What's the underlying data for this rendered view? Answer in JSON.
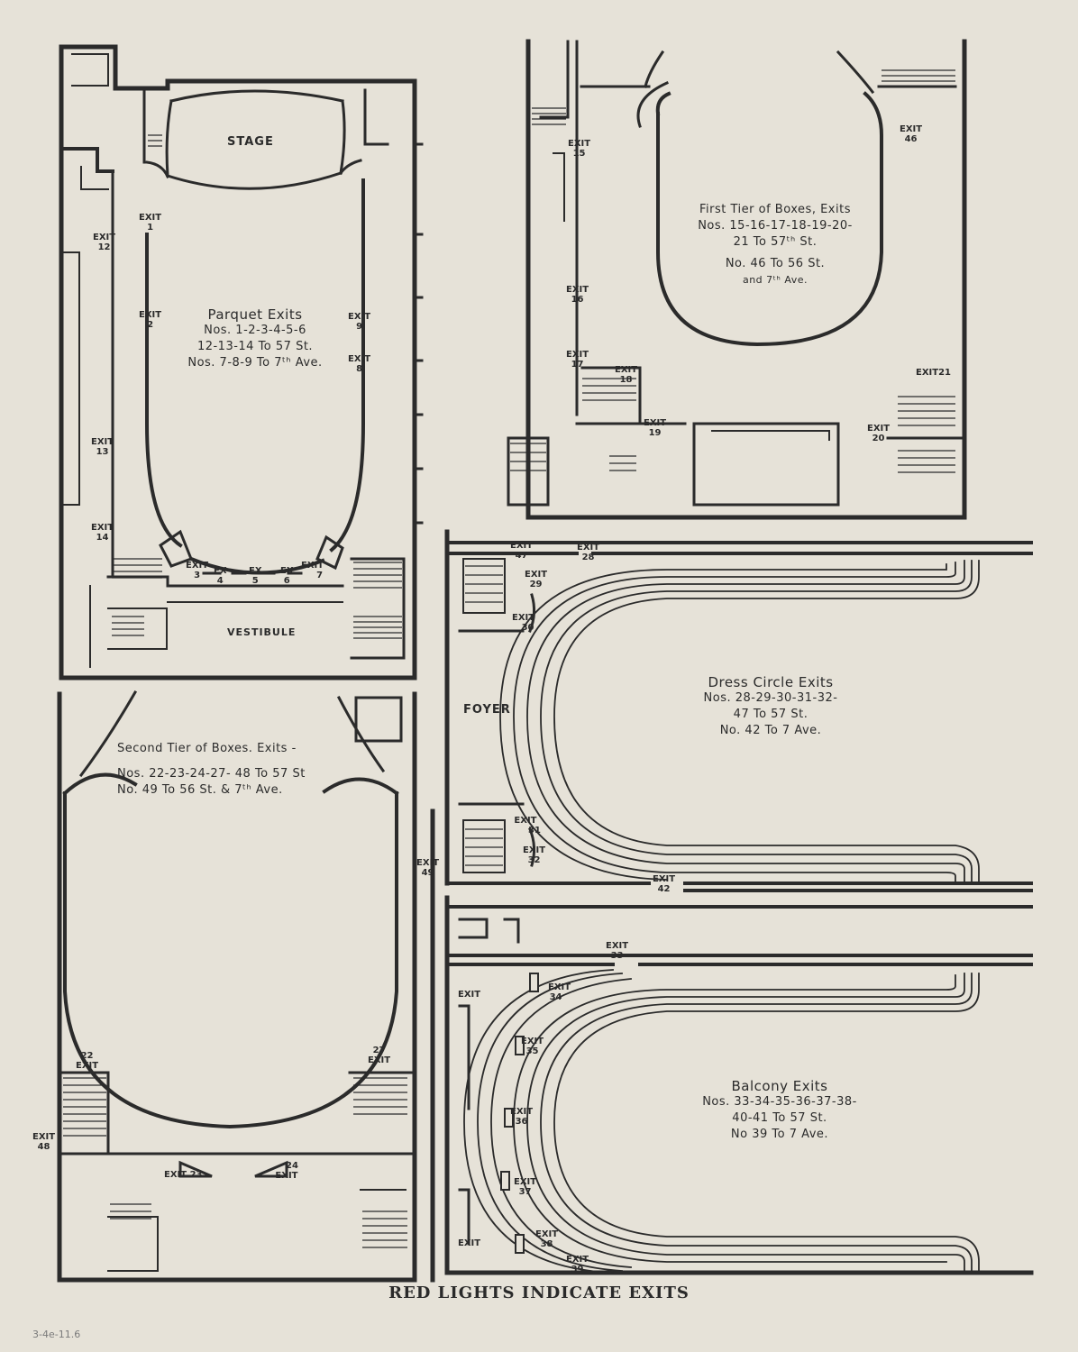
{
  "panels": {
    "parquet": {
      "stage": "STAGE",
      "vestibule": "VESTIBULE",
      "note_title": "Parquet Exits",
      "note_line1": "Nos. 1-2-3-4-5-6",
      "note_line2": "12-13-14 To 57 St.",
      "note_line3": "Nos. 7-8-9 To 7ᵗʰ Ave.",
      "exits": [
        {
          "word": "EXIT",
          "num": "1"
        },
        {
          "word": "EXIT",
          "num": "2"
        },
        {
          "word": "EXIT",
          "num": "3"
        },
        {
          "word": "EX",
          "num": "4"
        },
        {
          "word": "EX",
          "num": "5"
        },
        {
          "word": "EX",
          "num": "6"
        },
        {
          "word": "EXIT",
          "num": "7"
        },
        {
          "word": "EXIT",
          "num": "8"
        },
        {
          "word": "EXIT",
          "num": "9"
        },
        {
          "word": "EXIT",
          "num": "12"
        },
        {
          "word": "EXIT",
          "num": "13"
        },
        {
          "word": "EXIT",
          "num": "14"
        }
      ]
    },
    "first_tier": {
      "note_line1": "First Tier of Boxes, Exits",
      "note_line2": "Nos. 15-16-17-18-19-20-",
      "note_line3": "21 To 57ᵗʰ St.",
      "note_line4": "No. 46 To 56 St.",
      "note_line5": "and 7ᵗʰ Ave.",
      "exits": [
        {
          "word": "EXIT",
          "num": "15"
        },
        {
          "word": "EXIT",
          "num": "16"
        },
        {
          "word": "EXIT",
          "num": "17"
        },
        {
          "word": "EXIT",
          "num": "18"
        },
        {
          "word": "EXIT",
          "num": "19"
        },
        {
          "word": "EXIT",
          "num": "20"
        },
        {
          "word": "EXIT",
          "num": "21"
        },
        {
          "word": "EXIT",
          "num": "46"
        }
      ]
    },
    "second_tier": {
      "note_line1": "Second Tier of Boxes. Exits -",
      "note_line2": "Nos. 22-23-24-27- 48 To 57 St",
      "note_line3": "No. 49 To 56 St. & 7ᵗʰ Ave.",
      "exits": [
        {
          "word": "EXIT",
          "num": "22"
        },
        {
          "word": "EXIT",
          "num": "23"
        },
        {
          "word": "EXIT",
          "num": "24"
        },
        {
          "word": "EXIT",
          "num": "27"
        },
        {
          "word": "EXIT",
          "num": "48"
        },
        {
          "word": "EXIT",
          "num": "49"
        }
      ]
    },
    "dress_circle": {
      "foyer": "FOYER",
      "note_line1": "Dress Circle Exits",
      "note_line2": "Nos. 28-29-30-31-32-",
      "note_line3": "47 To 57 St.",
      "note_line4": "No. 42 To 7 Ave.",
      "exits": [
        {
          "word": "EXIT",
          "num": "28"
        },
        {
          "word": "EXIT",
          "num": "29"
        },
        {
          "word": "EXIT",
          "num": "30"
        },
        {
          "word": "EXIT",
          "num": "31"
        },
        {
          "word": "EXIT",
          "num": "32"
        },
        {
          "word": "EXIT",
          "num": "42"
        },
        {
          "word": "EXIT",
          "num": "47"
        }
      ]
    },
    "balcony": {
      "note_line1": "Balcony Exits",
      "note_line2": "Nos. 33-34-35-36-37-38-",
      "note_line3": "40-41 To 57 St.",
      "note_line4": "No 39 To 7 Ave.",
      "exits": [
        {
          "word": "EXIT",
          "num": "33"
        },
        {
          "word": "EXIT",
          "num": "34"
        },
        {
          "word": "EXIT",
          "num": "35"
        },
        {
          "word": "EXIT",
          "num": "36"
        },
        {
          "word": "EXIT",
          "num": "37"
        },
        {
          "word": "EXIT",
          "num": "38"
        },
        {
          "word": "EXIT",
          "num": "39"
        },
        {
          "word": "EXIT",
          "num": ""
        },
        {
          "word": "EXIT",
          "num": ""
        }
      ]
    }
  },
  "footer": "RED LIGHTS INDICATE EXITS",
  "pencil_note": "3-4e-11.6",
  "colors": {
    "paper": "#e6e2d8",
    "ink": "#2b2b2b"
  }
}
